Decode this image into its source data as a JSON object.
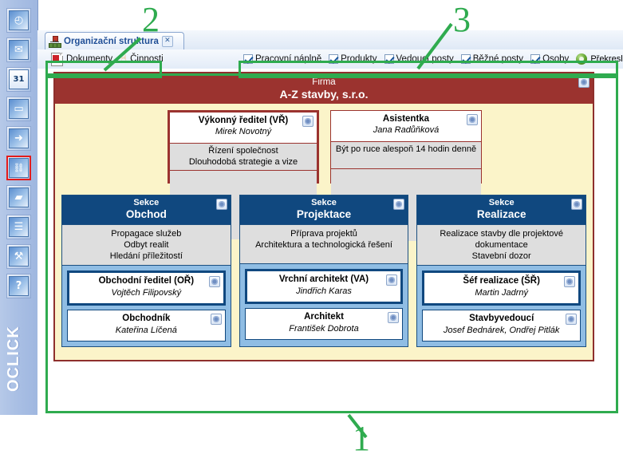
{
  "app": {
    "sidebar": {
      "brand": "OCLICK",
      "icons": [
        {
          "name": "clock-icon",
          "glyph": "◷"
        },
        {
          "name": "mail-icon",
          "glyph": "✉"
        },
        {
          "name": "calendar-icon",
          "glyph": "31"
        },
        {
          "name": "briefcase-icon",
          "glyph": "▬"
        },
        {
          "name": "arrow-right-icon",
          "glyph": "➔"
        },
        {
          "name": "org-structure-icon",
          "glyph": "⛓"
        },
        {
          "name": "folder-icon",
          "glyph": "▰"
        },
        {
          "name": "contact-card-icon",
          "glyph": "≣"
        },
        {
          "name": "wrench-icon",
          "glyph": "⚒"
        },
        {
          "name": "help-icon",
          "glyph": "?"
        }
      ],
      "selected_index": 5
    },
    "tab": {
      "label": "Organizační struktura",
      "close": "✕"
    },
    "toolbar": {
      "left_buttons": [
        {
          "name": "dokumenty-button",
          "label": "Dokumenty",
          "icon": "document-icon"
        },
        {
          "name": "cinnosti-button",
          "label": "Činnosti",
          "icon": "hand-pointer-icon"
        }
      ],
      "checkboxes": [
        {
          "label": "Pracovní náplně",
          "checked": true
        },
        {
          "label": "Produkty",
          "checked": true
        },
        {
          "label": "Vedoucí posty",
          "checked": true
        },
        {
          "label": "Běžné posty",
          "checked": true
        },
        {
          "label": "Osoby",
          "checked": true
        }
      ],
      "redraw": {
        "label": "Překreslit",
        "icon": "recycle-icon"
      }
    }
  },
  "chart": {
    "company": {
      "caption": "Firma",
      "name": "A-Z stavby, s.r.o."
    },
    "top_roles": [
      {
        "title": "Výkonný ředitel (VŘ)",
        "person": "Mirek Novotný",
        "duties": "Řízení společnost\nDlouhodobá strategie a vize",
        "duties_line1": "Řízení společnost",
        "duties_line2": "Dlouhodobá strategie a vize",
        "highlighted": true
      },
      {
        "title": "Asistentka",
        "person": "Jana Radůňková",
        "duties_line1": "Být po ruce alespoň 14 hodin denně",
        "duties_line2": "",
        "highlighted": false
      }
    ],
    "sections": [
      {
        "caption": "Sekce",
        "name": "Obchod",
        "description_lines": [
          "Propagace služeb",
          "Odbyt realit",
          "Hledání příležitostí"
        ],
        "lead": {
          "title": "Obchodní ředitel (OŘ)",
          "person": "Vojtěch Filipovský"
        },
        "member": {
          "title": "Obchodník",
          "person": "Kateřina Líčená"
        }
      },
      {
        "caption": "Sekce",
        "name": "Projektace",
        "description_lines": [
          "Příprava projektů",
          "Architektura a technologická řešení"
        ],
        "lead": {
          "title": "Vrchní architekt (VA)",
          "person": "Jindřich Karas"
        },
        "member": {
          "title": "Architekt",
          "person": "František Dobrota"
        }
      },
      {
        "caption": "Sekce",
        "name": "Realizace",
        "description_lines": [
          "Realizace stavby dle projektové",
          "dokumentace",
          "Stavební dozor"
        ],
        "lead": {
          "title": "Šéf realizace (ŠŘ)",
          "person": "Martin Jadrný"
        },
        "member": {
          "title": "Stavbyvedoucí",
          "person": "Josef Bednárek, Ondřej Pitlák"
        }
      }
    ]
  },
  "annotations": {
    "numbers": [
      "1",
      "2",
      "3"
    ],
    "color": "#2fab4f"
  },
  "colors": {
    "company_red": "#9b332f",
    "section_blue": "#10487f",
    "section_fill": "#8fbde4",
    "canvas_yellow": "#fbf4c9",
    "duties_gray": "#dedede",
    "annotation_green": "#2fab4f",
    "selection_red": "#e31b1b"
  }
}
